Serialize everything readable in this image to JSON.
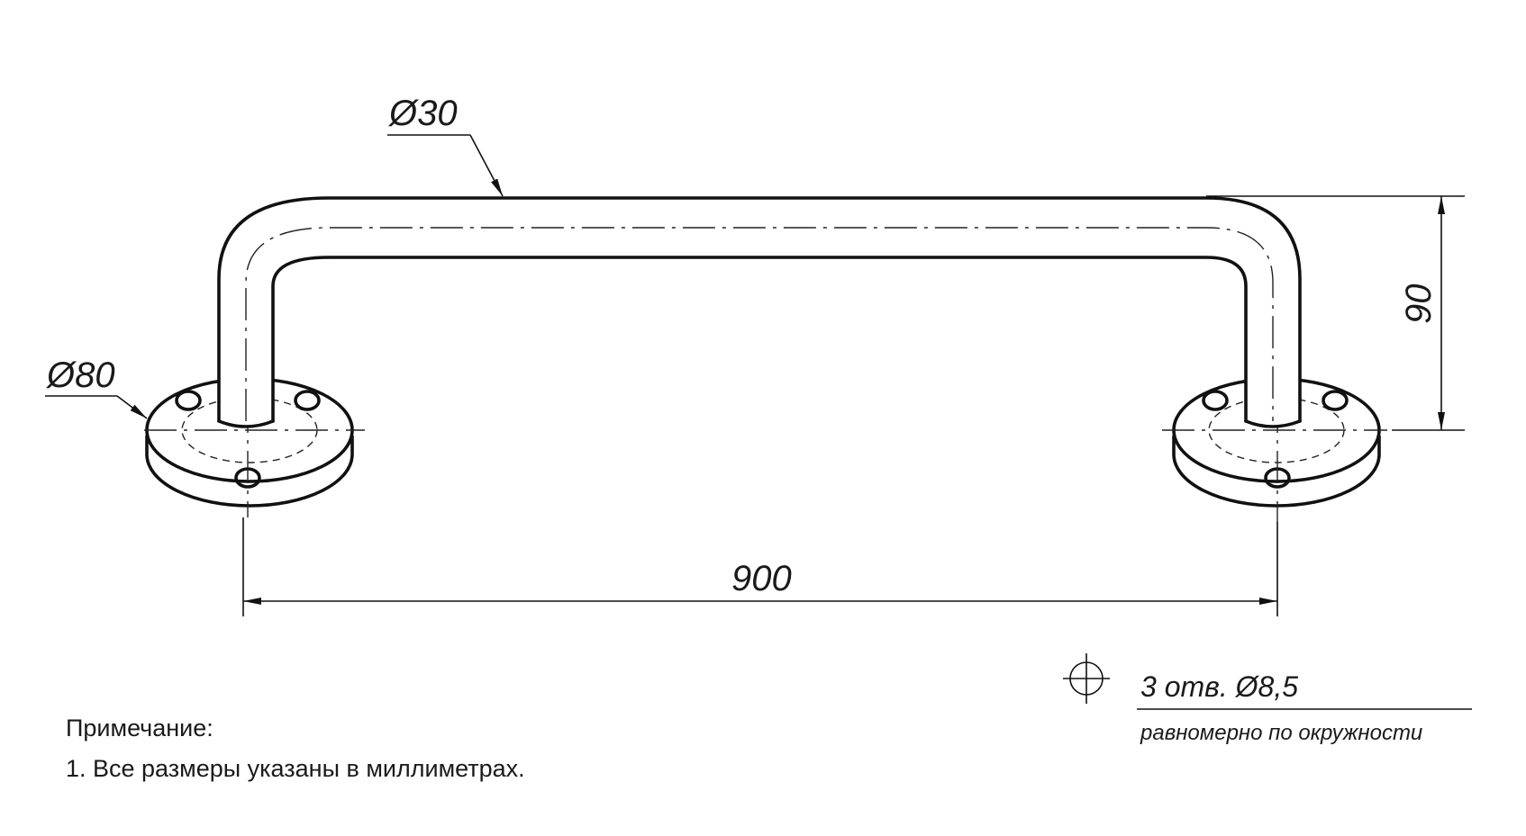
{
  "drawing": {
    "tube_diameter_label": "Ø30",
    "flange_diameter_label": "Ø80",
    "height_label": "90",
    "length_label": "900",
    "holes": {
      "label": "3 отв. Ø8,5",
      "sublabel": "равномерно по окружности"
    }
  },
  "note": {
    "heading": "Примечание:",
    "items": [
      "1. Все размеры указаны в миллиметрах."
    ]
  },
  "colors": {
    "line": "#111111",
    "background": "#ffffff"
  }
}
